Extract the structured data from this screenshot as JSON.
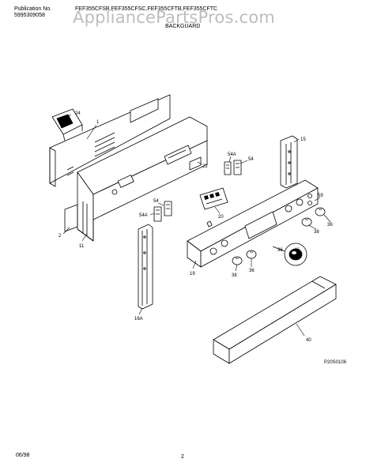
{
  "header": {
    "publication_label": "Publication No.",
    "publication_number": "5995309058",
    "models": "FEF355CFSB,FEF355CFSC,FEF355CFTB,FEF355CFTC",
    "section": "BACKGUARD"
  },
  "watermark": "AppliancePartsPros.com",
  "callouts": {
    "c24": "24",
    "c1": "1",
    "c2": "2",
    "c11": "11",
    "c22": "22",
    "c15": "15",
    "c54a_top": "54A",
    "c54_top": "54",
    "c54_left": "54",
    "c54a_left": "54A",
    "c20": "20",
    "c59": "59",
    "c36a": "36",
    "c38a": "38",
    "c38b": "38",
    "c36b": "36",
    "c36c": "36",
    "c46": "46",
    "c19": "19",
    "c16a": "16A",
    "c40": "40"
  },
  "diagram_id": "P20S0106",
  "footer": {
    "date": "06/98",
    "page": "2"
  }
}
